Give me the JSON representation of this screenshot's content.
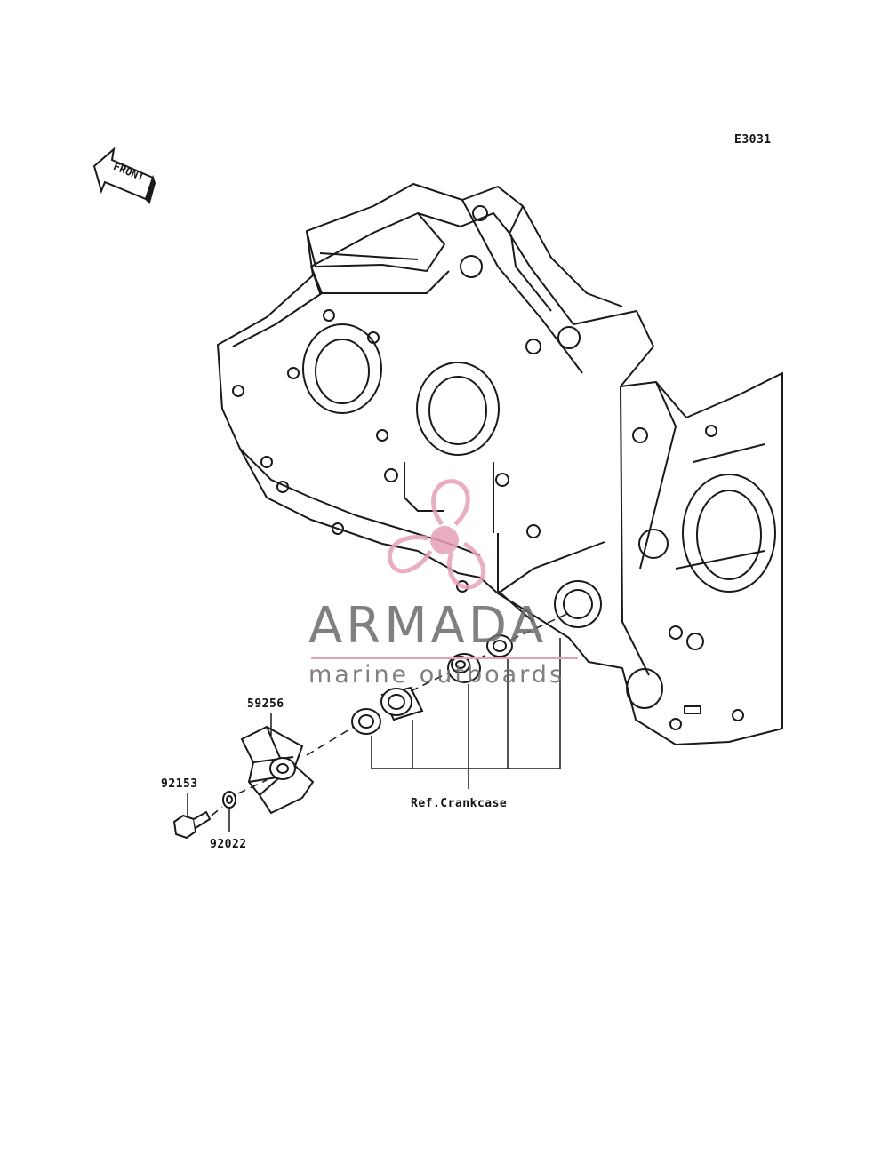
{
  "diagram_code": "E3031",
  "front_arrow_label": "FRONT",
  "reference_label": "Ref.Crankcase",
  "parts": {
    "impeller": "59256",
    "bolt": "92153",
    "washer": "92022"
  },
  "watermark": {
    "title": "ARMADA",
    "subtitle": "marine outboards",
    "logo": "armada-propeller-logo",
    "color": "#e7a0b8"
  },
  "colors": {
    "line": "#1a1a1a",
    "background": "#ffffff"
  }
}
